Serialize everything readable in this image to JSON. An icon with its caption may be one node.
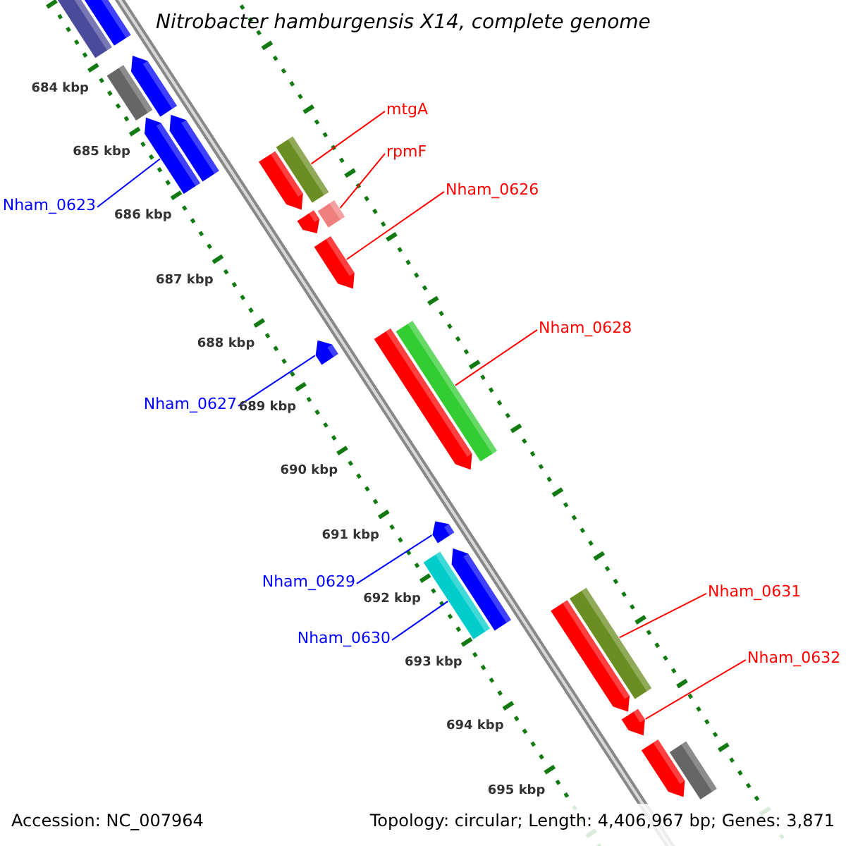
{
  "diagram": {
    "title": "Nitrobacter hamburgensis X14, complete genome",
    "nodes": [
      {
        "text": [
          "mtgA"
        ]
      },
      {
        "text": [
          "rpmF"
        ]
      },
      {
        "text": [
          "Nham_0623"
        ]
      },
      {
        "text": [
          "Nham_0626"
        ]
      },
      {
        "text": [
          "Nham_0628"
        ]
      },
      {
        "text": [
          "Nham_0627"
        ]
      },
      {
        "text": [
          "Nham_0629"
        ]
      },
      {
        "text": [
          "Nham_0631"
        ]
      },
      {
        "text": [
          "Nham_0630"
        ]
      },
      {
        "text": [
          "Nham_0632"
        ]
      },
      {
        "text": [],
        "shape": "bar"
      },
      {
        "text": [],
        "shape": "arrow"
      },
      {
        "text": [],
        "shape": "bar"
      },
      {
        "text": [],
        "shape": "arrow"
      },
      {
        "text": [],
        "shape": "arrow"
      },
      {
        "text": [],
        "shape": "arrow"
      },
      {
        "text": [],
        "shape": "bar"
      },
      {
        "text": [],
        "shape": "arrow"
      },
      {
        "text": [],
        "shape": "arrow"
      },
      {
        "text": [],
        "shape": "bar"
      },
      {
        "text": [],
        "shape": "arrow"
      },
      {
        "text": [],
        "shape": "arrow"
      },
      {
        "text": [],
        "shape": "arrow"
      },
      {
        "text": [],
        "shape": "bar"
      },
      {
        "text": [],
        "shape": "arrow"
      },
      {
        "text": [],
        "shape": "bar"
      },
      {
        "text": [],
        "shape": "arrow"
      },
      {
        "text": [],
        "shape": "arrow"
      },
      {
        "text": [],
        "shape": "bar"
      },
      {
        "text": [],
        "shape": "arrow"
      },
      {
        "text": [],
        "shape": "arrow"
      },
      {
        "text": [],
        "shape": "bar"
      }
    ],
    "edges": [
      {
        "from": 0,
        "to": 16,
        "arrow": "none"
      },
      {
        "from": 1,
        "to": 19,
        "arrow": "none"
      },
      {
        "from": 2,
        "to": 14,
        "arrow": "none",
        "color": "#0000ff"
      },
      {
        "from": 3,
        "to": 20,
        "arrow": "none"
      },
      {
        "from": 4,
        "to": 23,
        "arrow": "none"
      },
      {
        "from": 5,
        "to": 21,
        "arrow": "none",
        "color": "#0000ff"
      },
      {
        "from": 6,
        "to": 24,
        "arrow": "none",
        "color": "#0000ff"
      },
      {
        "from": 7,
        "to": 28,
        "arrow": "none"
      },
      {
        "from": 8,
        "to": 25,
        "arrow": "none",
        "color": "#0000ff"
      },
      {
        "from": 9,
        "to": 29,
        "arrow": "none"
      }
    ],
    "labels": [
      "684 kbp",
      "685 kbp",
      "686 kbp",
      "687 kbp",
      "688 kbp",
      "689 kbp",
      "690 kbp",
      "691 kbp",
      "692 kbp",
      "693 kbp",
      "694 kbp",
      "695 kbp",
      "Accession: NC_007964",
      "Topology: circular; Length: 4,406,967 bp; Genes: 3,871"
    ]
  }
}
